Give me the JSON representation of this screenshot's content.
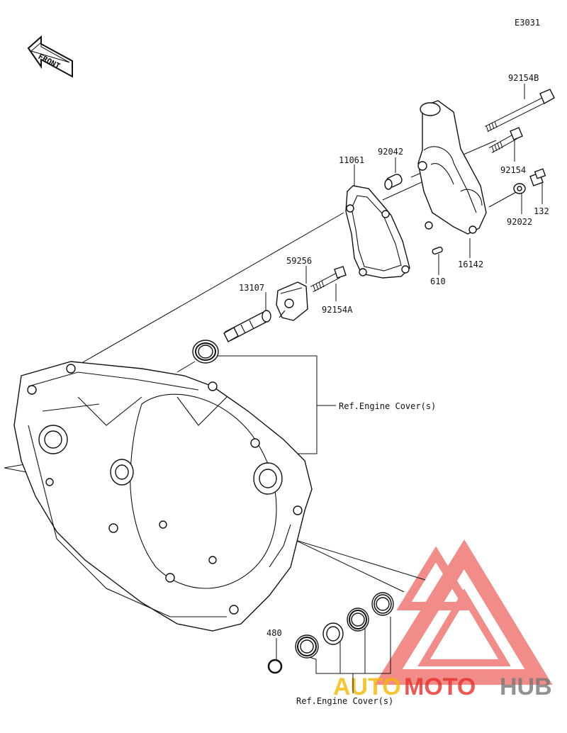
{
  "diagram_code": "E3031",
  "front_label": "FRONT",
  "parts": {
    "p92154B": "92154B",
    "p92042": "92042",
    "p11061": "11061",
    "p92154": "92154",
    "p132": "132",
    "p92022": "92022",
    "p16142": "16142",
    "p610": "610",
    "p59256": "59256",
    "p13107": "13107",
    "p92154A": "92154A",
    "p480": "480"
  },
  "references": {
    "engine_cover_upper": "Ref.Engine Cover(s)",
    "engine_cover_lower": "Ref.Engine Cover(s)"
  },
  "watermark": {
    "part1": "AUTO",
    "part2": "MOTO",
    "part3": "HUB",
    "color1": "#f5b800",
    "color2": "#e8302a",
    "color3": "#777777"
  }
}
